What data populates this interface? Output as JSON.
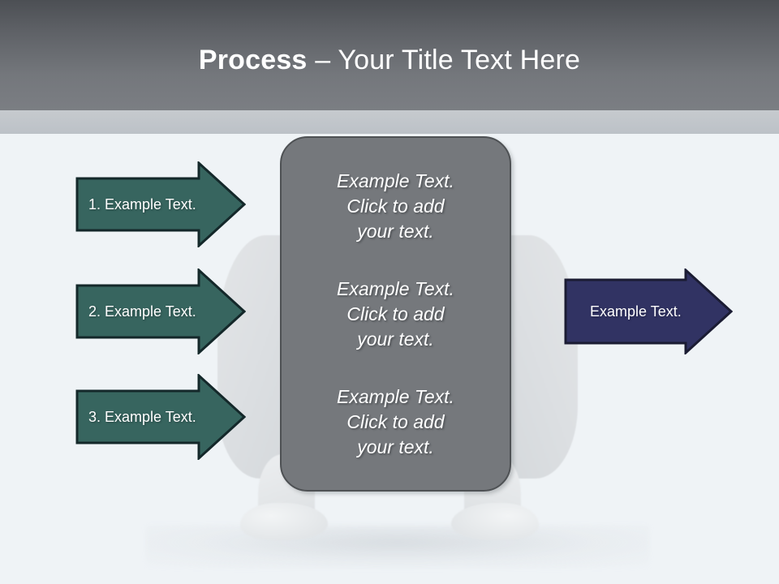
{
  "slide": {
    "title_bold": "Process",
    "title_rest": " – Your Title Text Here",
    "background_color": "#eff3f6"
  },
  "header": {
    "band_color_top": "#4c4f54",
    "band_color_bottom": "#7b7e83",
    "subband_color": "#c2c7cc",
    "title_color": "#ffffff"
  },
  "center_box": {
    "fill_color": "#75787c",
    "border_color": "#4e5154",
    "text_color": "#ffffff",
    "blocks": [
      {
        "text": "Example Text.\nClick  to add\nyour text."
      },
      {
        "text": "Example Text.\nClick  to add\nyour text."
      },
      {
        "text": "Example Text.\nClick  to add\nyour text."
      }
    ]
  },
  "arrows": {
    "teal_fill": "#37655f",
    "teal_border": "#14282a",
    "navy_fill": "#313363",
    "navy_border": "#1b1c33",
    "label_color": "#ffffff",
    "inputs": [
      {
        "label": "1. Example Text."
      },
      {
        "label": "2. Example Text."
      },
      {
        "label": "3. Example Text."
      }
    ],
    "output": {
      "label": "Example Text."
    }
  },
  "figure": {
    "description": "3d-figure-silhouette",
    "tint": "#dfe2e5"
  }
}
